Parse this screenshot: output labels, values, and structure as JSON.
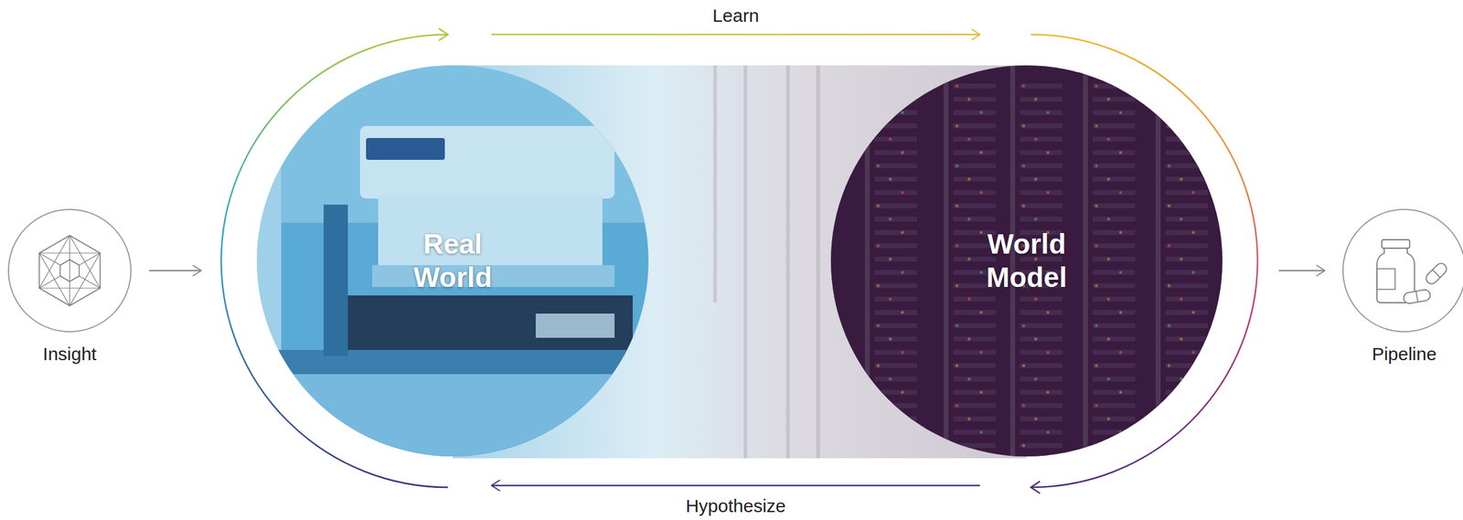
{
  "diagram": {
    "nodes": [
      {
        "text": [
          "Insight"
        ]
      },
      {
        "text": [
          "Real World"
        ]
      },
      {
        "text": [
          "World Model"
        ]
      },
      {
        "text": [
          "Pipeline"
        ]
      }
    ],
    "edges": [
      {
        "from": 0,
        "to": 1,
        "arrow": "to"
      },
      {
        "from": 1,
        "to": 2,
        "arrow": "to",
        "label": "Learn"
      },
      {
        "from": 2,
        "to": 1,
        "arrow": "to",
        "label": "Hypothesize"
      },
      {
        "from": 2,
        "to": 3,
        "arrow": "to"
      }
    ]
  }
}
